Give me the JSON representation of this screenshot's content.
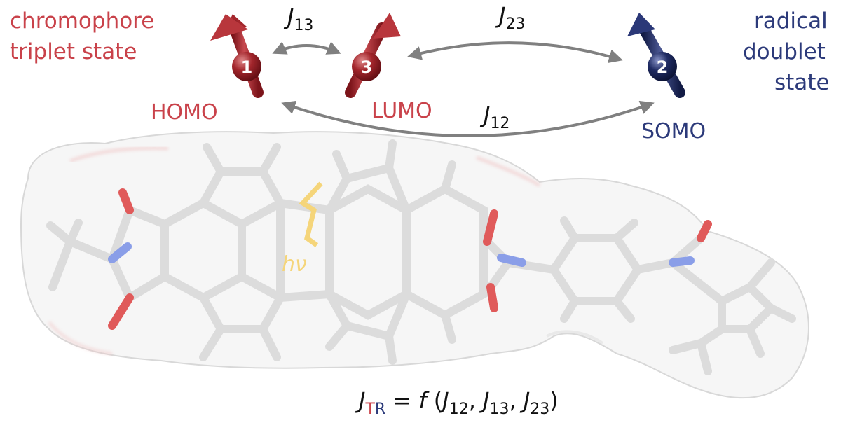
{
  "labels": {
    "chromophore_line1": "chromophore",
    "chromophore_line2": "triplet state",
    "radical_line1": "radical",
    "radical_line2": "doublet",
    "radical_line3": "state",
    "homo": "HOMO",
    "lumo": "LUMO",
    "somo": "SOMO",
    "hv": "hν"
  },
  "spins": [
    {
      "number": "1",
      "color": "#a3262c"
    },
    {
      "number": "3",
      "color": "#a3262c"
    },
    {
      "number": "2",
      "color": "#1f2b63"
    }
  ],
  "couplings": [
    {
      "symbol": "J",
      "sub": "13"
    },
    {
      "symbol": "J",
      "sub": "23"
    },
    {
      "symbol": "J",
      "sub": "12"
    }
  ],
  "formula": {
    "J": "J",
    "T": "T",
    "R": "R",
    "eq": " = ",
    "f": "f",
    "open": " (",
    "j1": "J",
    "s1": "12",
    "c1": ", ",
    "j2": "J",
    "s2": "13",
    "c2": ", ",
    "j3": "J",
    "s3": "23",
    "close": ")"
  },
  "colors": {
    "chromophore": "#c9424a",
    "radical": "#2c3a7a",
    "arrow_gray": "#808080",
    "photon": "#f5d57a",
    "oxygen": "#e05a5a",
    "nitrogen": "#8a9ee8",
    "bond": "#dcdcdc"
  }
}
